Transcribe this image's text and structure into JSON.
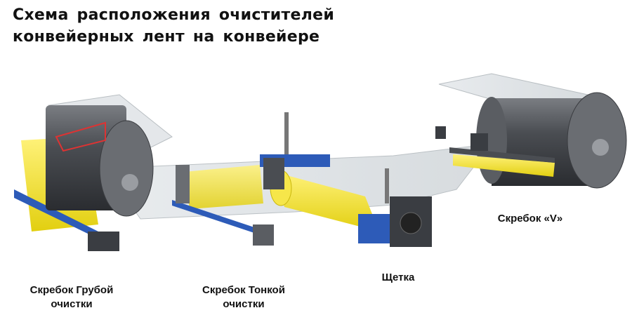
{
  "title": {
    "line1": "Схема расположения очистителей",
    "line2": "конвейерных лент на конвейере"
  },
  "labels": {
    "coarse_scraper": {
      "line1": "Скребок Грубой",
      "line2": "очистки"
    },
    "fine_scraper": {
      "line1": "Скребок Тонкой",
      "line2": "очистки"
    },
    "brush": "Щетка",
    "v_scraper": "Скребок «V»"
  },
  "colors": {
    "drum": "#4a4d52",
    "scraper_blade": "#f2e21c",
    "frame": "#2d5bb8",
    "belt": "#dfe3e6"
  }
}
